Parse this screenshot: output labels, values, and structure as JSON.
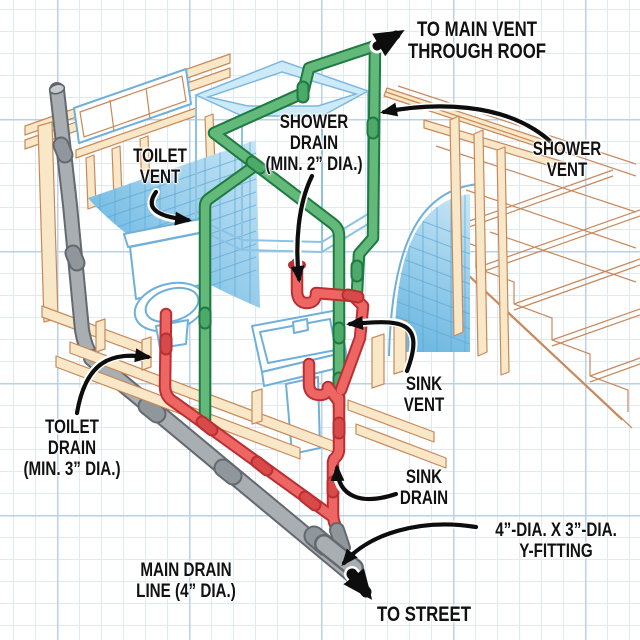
{
  "colors": {
    "vent_green": "#63b97a",
    "vent_green_dark": "#1f7a42",
    "vent_green_band": "#4da968",
    "drain_red": "#ee6663",
    "drain_red_dark": "#ba2f31",
    "drain_red_band": "#d84a4a",
    "main_gray": "#a9aeb3",
    "main_gray_dark": "#63696e",
    "main_gray_band": "#8f969c",
    "label_black": "#111111",
    "frame_tan": "#f8e8c8",
    "frame_line": "#c9885a",
    "fixture_blue": "#6fb0da",
    "tile_line": "#5fa8d4",
    "grid_minor": "#dfe9f4",
    "grid_major": "#b9d2ea"
  },
  "labels": {
    "main_vent": {
      "lines": [
        "TO MAIN VENT",
        "THROUGH ROOF"
      ]
    },
    "shower_drain": {
      "lines": [
        "SHOWER",
        "DRAIN",
        "(MIN. 2” DIA.)"
      ]
    },
    "toilet_vent": {
      "lines": [
        "TOILET",
        "VENT"
      ]
    },
    "shower_vent": {
      "lines": [
        "SHOWER",
        "VENT"
      ]
    },
    "sink_vent": {
      "lines": [
        "SINK",
        "VENT"
      ]
    },
    "toilet_drain": {
      "lines": [
        "TOILET",
        "DRAIN",
        "(MIN. 3” DIA.)"
      ]
    },
    "sink_drain": {
      "lines": [
        "SINK",
        "DRAIN"
      ]
    },
    "y_fitting": {
      "lines": [
        "4”-DIA. X 3”-DIA.",
        "Y-FITTING"
      ]
    },
    "main_drain": {
      "lines": [
        "MAIN DRAIN",
        "LINE (4” DIA.)"
      ]
    },
    "to_street": {
      "lines": [
        "TO STREET"
      ]
    }
  }
}
